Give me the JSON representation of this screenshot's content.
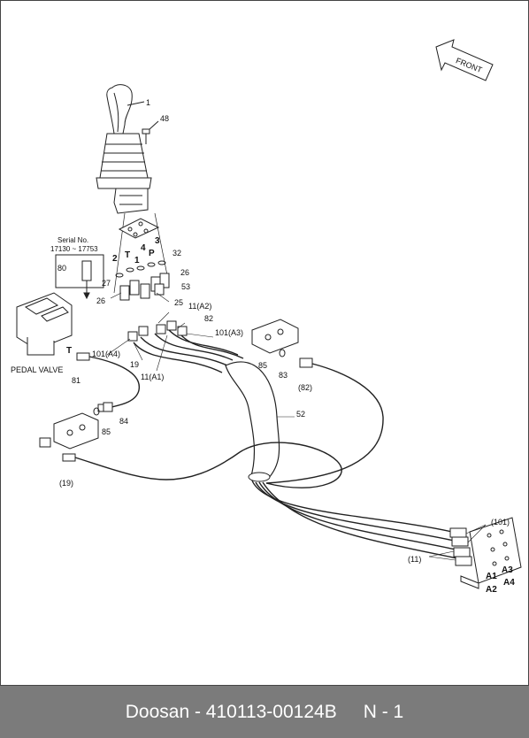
{
  "diagram": {
    "front_label": "FRONT",
    "serial_heading": "Serial No.",
    "serial_range": "17130 ~ 17753",
    "pedal_valve_label": "PEDAL VALVE",
    "labels": {
      "p1": "1",
      "p48": "48",
      "p2": "2",
      "pT": "T",
      "p1b": "1",
      "p4": "4",
      "p3": "3",
      "pP": "P",
      "p32": "32",
      "p26a": "26",
      "p53": "53",
      "p27": "27",
      "p80": "80",
      "p26b": "26",
      "p25": "25",
      "p11a2": "11(A2)",
      "p82": "82",
      "p101a3": "101(A3)",
      "p101a4": "101(A4)",
      "p19": "19",
      "p11a1": "11(A1)",
      "pT2": "T",
      "p81": "81",
      "p85a": "85",
      "p83": "83",
      "p82b": "(82)",
      "p84": "84",
      "p85b": "85",
      "p52": "52",
      "p19b": "(19)",
      "p101b": "(101)",
      "p11b": "(11)",
      "pA3": "A3",
      "pA4": "A4",
      "pA1": "A1",
      "pA2": "A2"
    }
  },
  "footer": {
    "brand_part": "Doosan - 410113-00124B",
    "page_ref": "N - 1"
  }
}
